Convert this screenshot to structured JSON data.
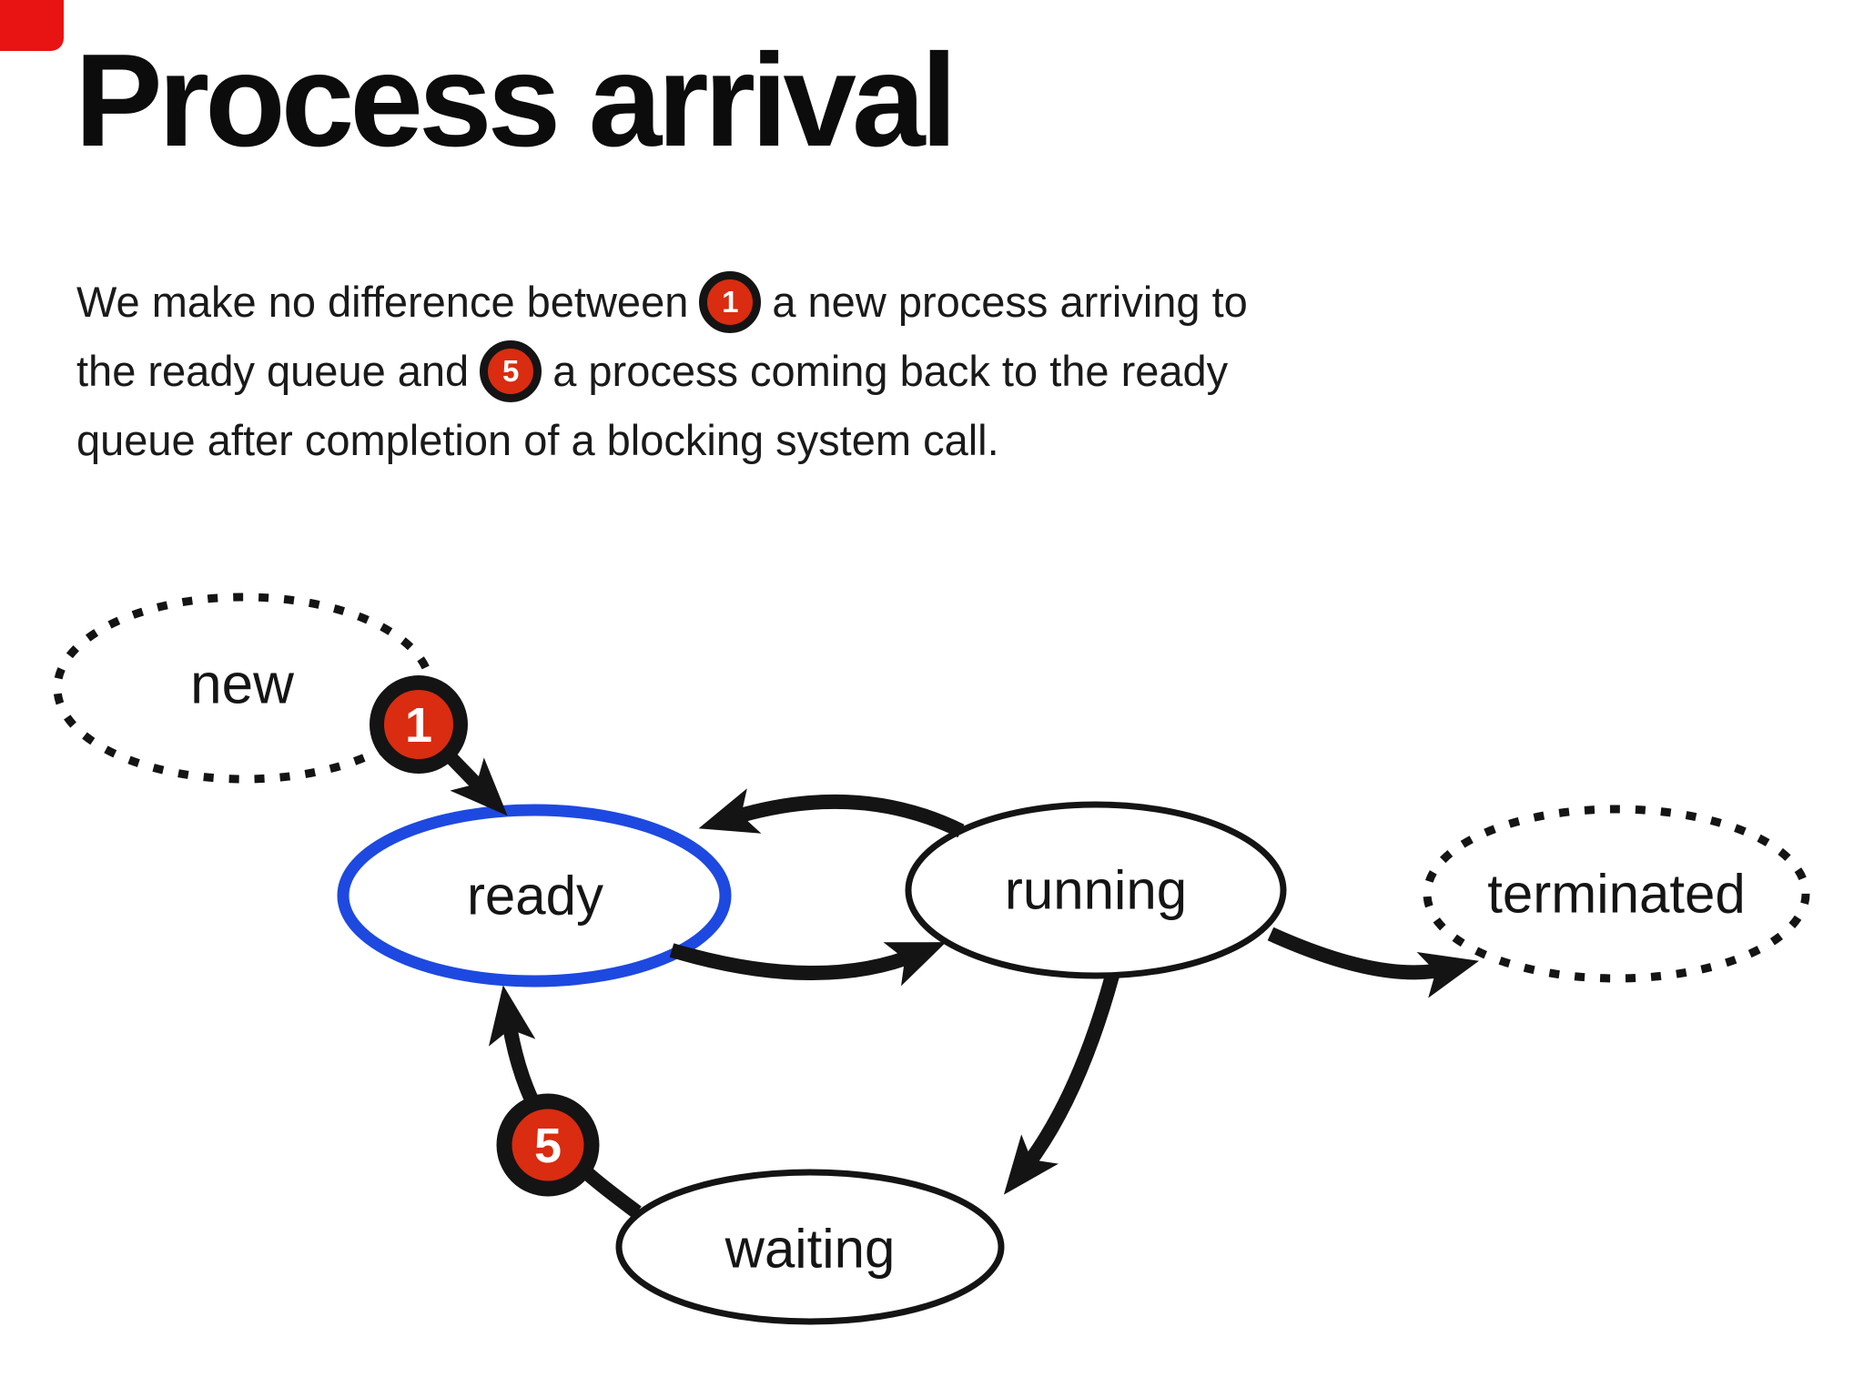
{
  "slide": {
    "title": "Process arrival",
    "corner_marker_color": "#e81414",
    "background_color": "#ffffff"
  },
  "paragraph": {
    "line1_before": "We make no difference between",
    "badge_1": "1",
    "line1_after": "a new process arriving to",
    "line2_before": "the ready queue and",
    "badge_5": "5",
    "line2_after": "a process coming back to the ready",
    "line3": "queue after completion of a blocking system call."
  },
  "diagram": {
    "states": [
      {
        "id": "new",
        "label": "new",
        "border": "dotted"
      },
      {
        "id": "ready",
        "label": "ready",
        "border": "solid-blue-highlight"
      },
      {
        "id": "running",
        "label": "running",
        "border": "solid"
      },
      {
        "id": "terminated",
        "label": "terminated",
        "border": "dotted"
      },
      {
        "id": "waiting",
        "label": "waiting",
        "border": "solid"
      }
    ],
    "edges": [
      {
        "from": "new",
        "to": "ready",
        "badge": "1"
      },
      {
        "from": "running",
        "to": "ready"
      },
      {
        "from": "ready",
        "to": "running"
      },
      {
        "from": "running",
        "to": "waiting"
      },
      {
        "from": "waiting",
        "to": "ready",
        "badge": "5"
      },
      {
        "from": "running",
        "to": "terminated"
      }
    ],
    "badges": [
      {
        "value": "1"
      },
      {
        "value": "5"
      }
    ],
    "colors": {
      "highlight_blue": "#1d49e0",
      "badge_red": "#d92c10",
      "line_black": "#141414"
    }
  }
}
